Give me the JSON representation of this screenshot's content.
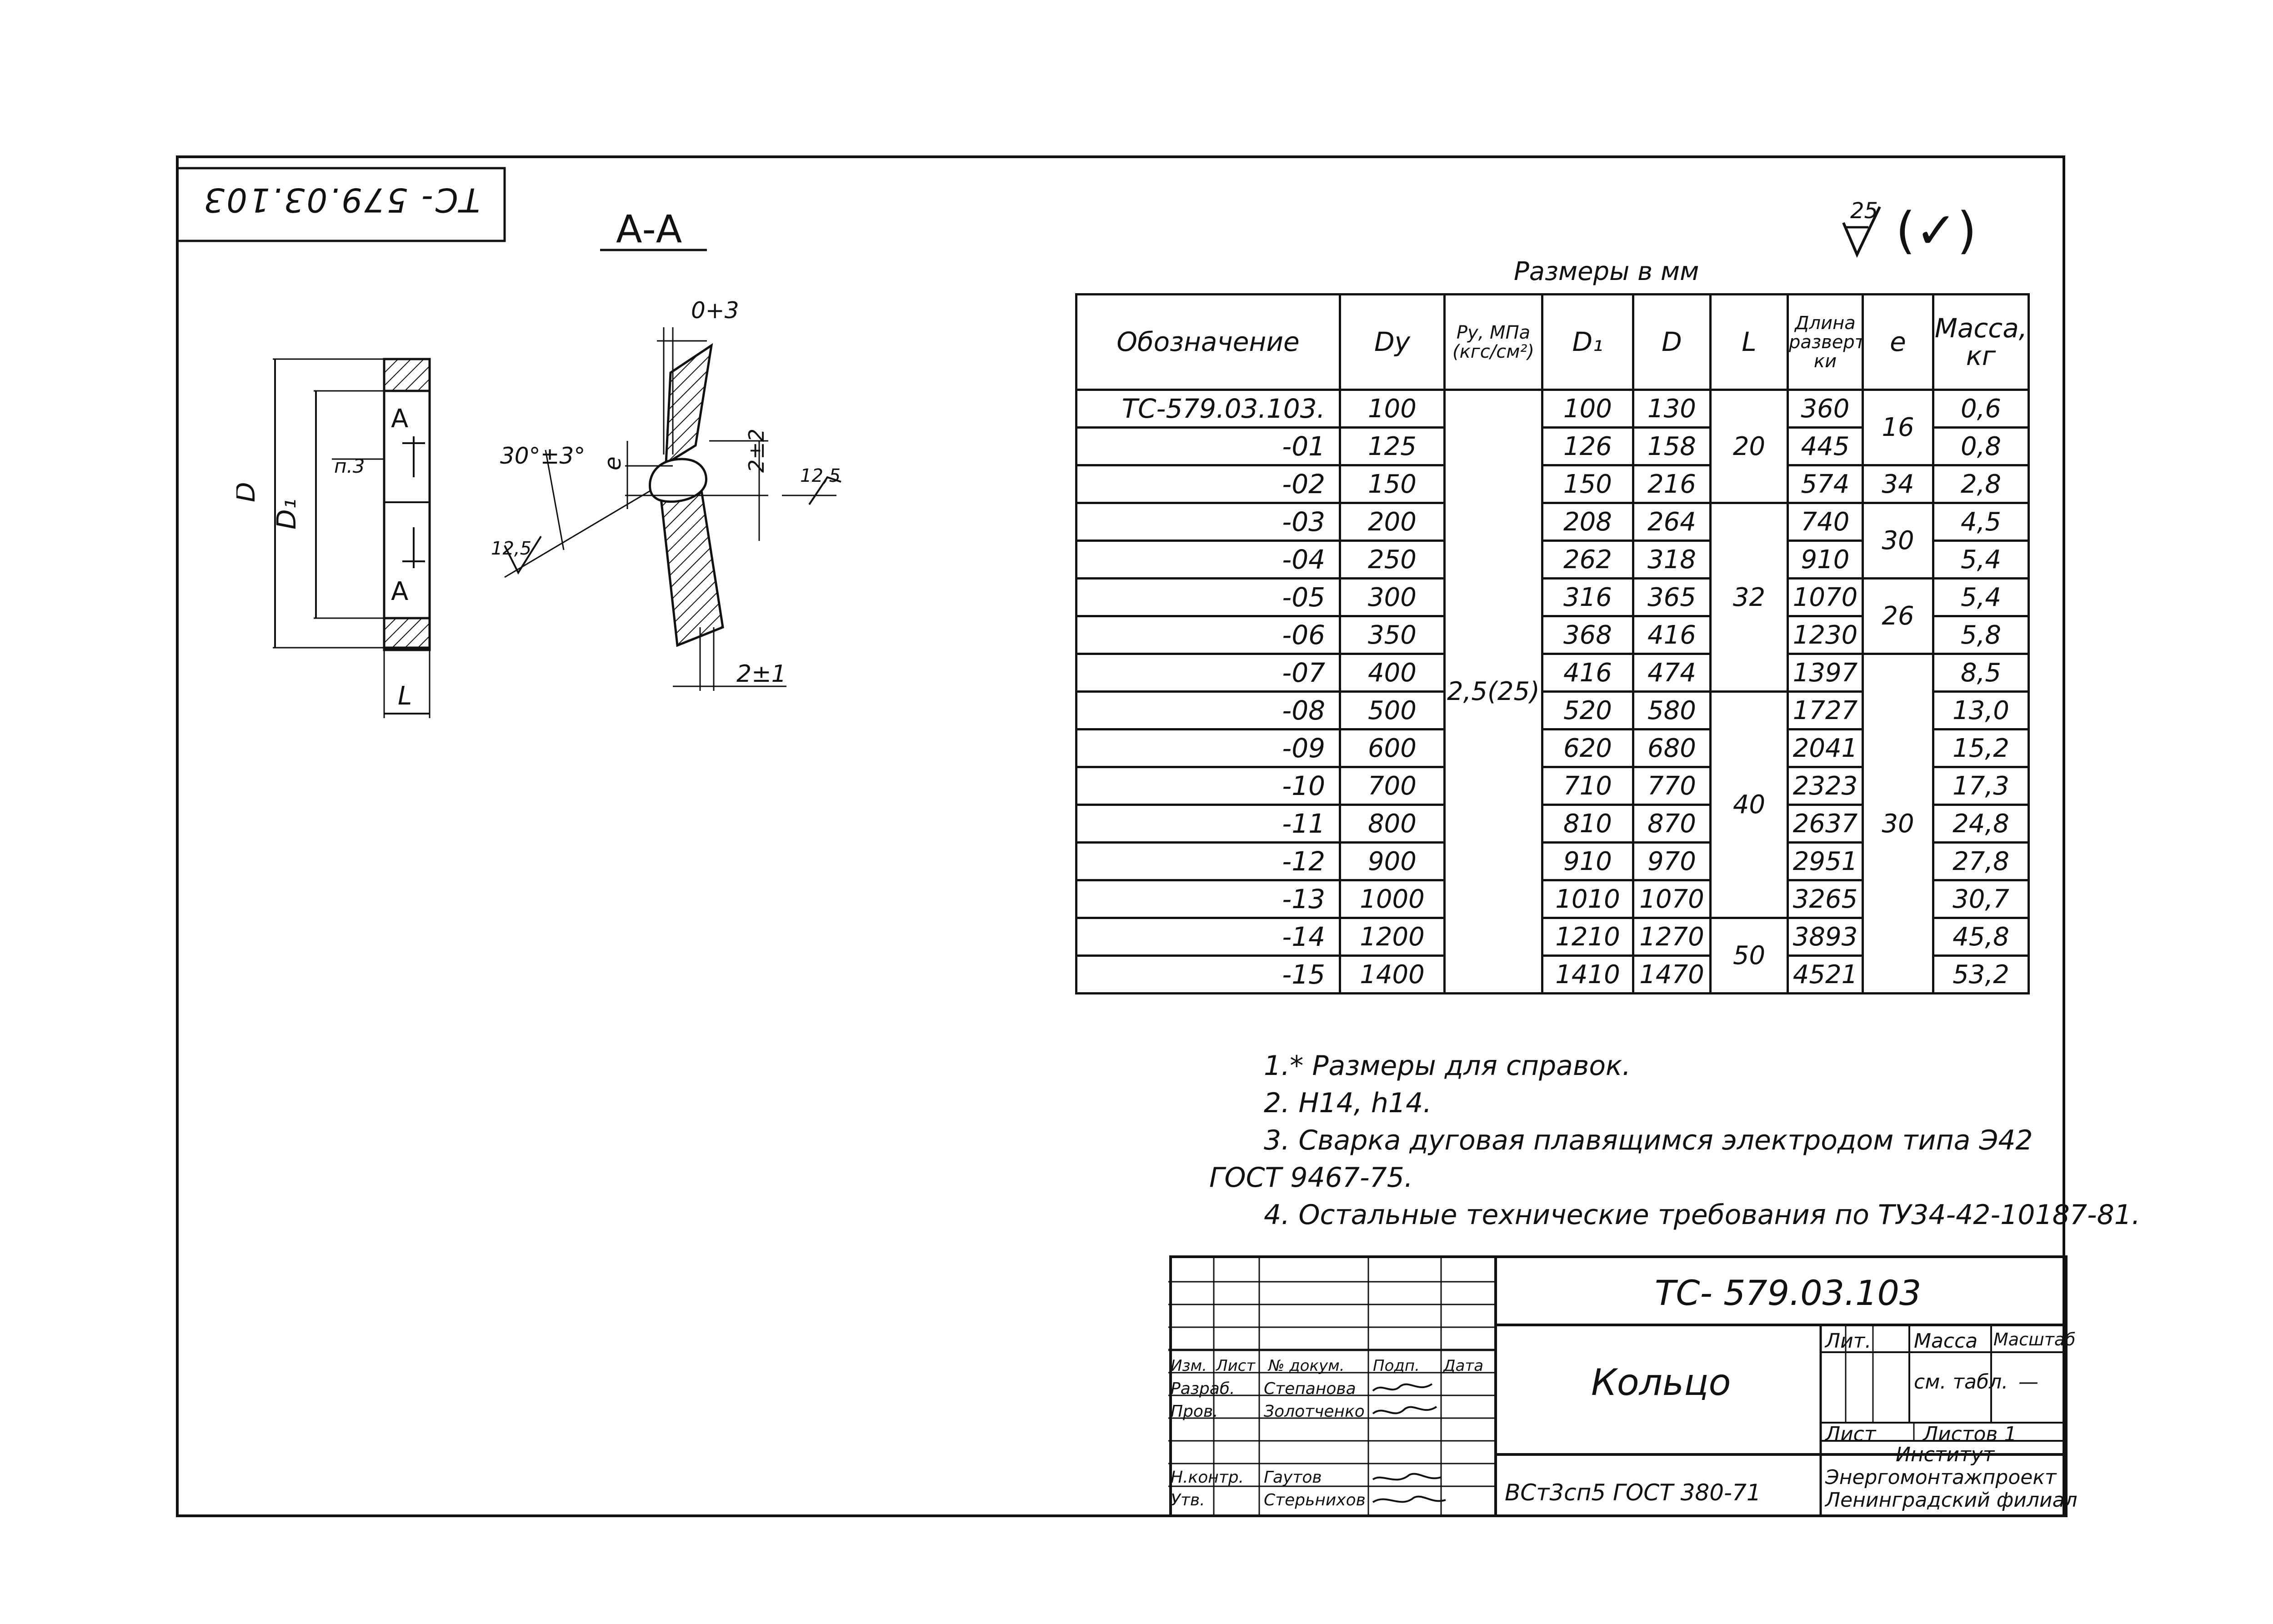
{
  "stamp_code": "ТС- 579.03.103",
  "section_label": "А-А",
  "roughness": {
    "value": "25",
    "symbol": "(✓)"
  },
  "sketch_labels": {
    "D": "D",
    "D1": "D₁",
    "L": "L",
    "cut_a": "А",
    "cut_b": "А",
    "weld_ref": "п.3",
    "gap": "0+3",
    "angle": "30°±3°",
    "e": "е",
    "tol_a": "2±2",
    "rough_a": "12,5",
    "rough_b": "12,5",
    "tol_b": "2±1"
  },
  "table": {
    "caption": "Размеры в мм",
    "headers": [
      "Обозначение",
      "Dу",
      "Pу, МПа (кгс/см²)",
      "D₁",
      "D",
      "L",
      "Длина разверт- ки",
      "е",
      "Масса, кг"
    ],
    "rows": [
      {
        "code": "ТС-579.03.103.",
        "dy": "100",
        "d1": "100",
        "d": "130",
        "dev": "360",
        "mass": "0,6"
      },
      {
        "code": "-01",
        "dy": "125",
        "d1": "126",
        "d": "158",
        "dev": "445",
        "mass": "0,8"
      },
      {
        "code": "-02",
        "dy": "150",
        "d1": "150",
        "d": "216",
        "dev": "574",
        "mass": "2,8"
      },
      {
        "code": "-03",
        "dy": "200",
        "d1": "208",
        "d": "264",
        "dev": "740",
        "mass": "4,5"
      },
      {
        "code": "-04",
        "dy": "250",
        "d1": "262",
        "d": "318",
        "dev": "910",
        "mass": "5,4"
      },
      {
        "code": "-05",
        "dy": "300",
        "d1": "316",
        "d": "365",
        "dev": "1070",
        "mass": "5,4"
      },
      {
        "code": "-06",
        "dy": "350",
        "d1": "368",
        "d": "416",
        "dev": "1230",
        "mass": "5,8"
      },
      {
        "code": "-07",
        "dy": "400",
        "d1": "416",
        "d": "474",
        "dev": "1397",
        "mass": "8,5"
      },
      {
        "code": "-08",
        "dy": "500",
        "d1": "520",
        "d": "580",
        "dev": "1727",
        "mass": "13,0"
      },
      {
        "code": "-09",
        "dy": "600",
        "d1": "620",
        "d": "680",
        "dev": "2041",
        "mass": "15,2"
      },
      {
        "code": "-10",
        "dy": "700",
        "d1": "710",
        "d": "770",
        "dev": "2323",
        "mass": "17,3"
      },
      {
        "code": "-11",
        "dy": "800",
        "d1": "810",
        "d": "870",
        "dev": "2637",
        "mass": "24,8"
      },
      {
        "code": "-12",
        "dy": "900",
        "d1": "910",
        "d": "970",
        "dev": "2951",
        "mass": "27,8"
      },
      {
        "code": "-13",
        "dy": "1000",
        "d1": "1010",
        "d": "1070",
        "dev": "3265",
        "mass": "30,7"
      },
      {
        "code": "-14",
        "dy": "1200",
        "d1": "1210",
        "d": "1270",
        "dev": "3893",
        "mass": "45,8"
      },
      {
        "code": "-15",
        "dy": "1400",
        "d1": "1410",
        "d": "1470",
        "dev": "4521",
        "mass": "53,2"
      }
    ],
    "py_value": "2,5(25)",
    "L_groups": [
      "20",
      "32",
      "40",
      "50"
    ],
    "e_groups": [
      "16",
      "34",
      "30",
      "26",
      "30"
    ]
  },
  "notes": [
    "1.* Размеры для справок.",
    "2. Н14, h14.",
    "3. Сварка дуговая плавящимся электродом типа Э42",
    "ГОСТ 9467-75.",
    "4. Остальные технические требования по ТУ34-42-10187-81."
  ],
  "title_block": {
    "doc_code": "ТС- 579.03.103",
    "part_name": "Кольцо",
    "material": "ВСт3сп5 ГОСТ 380-71",
    "lit": "Лит.",
    "mass_label": "Масса",
    "scale_label": "Масштаб",
    "mass_value": "см. табл.",
    "scale_value": "—",
    "sheet": "Лист",
    "sheets": "Листов 1",
    "org_line1": "Институт",
    "org_line2": "Энергомонтажпроект",
    "org_line3": "Ленинградский филиал",
    "change_header": [
      "Изм.",
      "Лист",
      "№ докум.",
      "Подп.",
      "Дата"
    ],
    "signatures": [
      {
        "role": "Разраб.",
        "name": "Степанова"
      },
      {
        "role": "Пров.",
        "name": "Золотченко"
      },
      {
        "role": "Н.контр.",
        "name": "Гаутов"
      },
      {
        "role": "Утв.",
        "name": "Стерьнихов"
      }
    ]
  }
}
